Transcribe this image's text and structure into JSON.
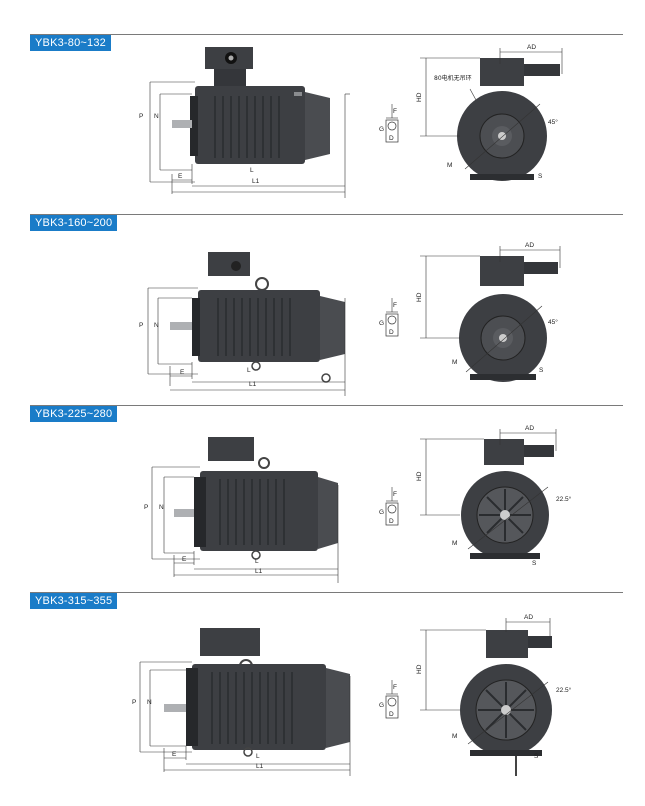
{
  "sections": [
    {
      "title": "YBK3-80~132"
    },
    {
      "title": "YBK3-160~200"
    },
    {
      "title": "YBK3-225~280"
    },
    {
      "title": "YBK3-315~355"
    }
  ],
  "dims": {
    "P": "P",
    "N": "N",
    "E": "E",
    "L": "L",
    "L1": "L1",
    "G": "G",
    "D": "D",
    "F": "F",
    "AD": "AD",
    "HD": "HD",
    "M": "M",
    "S": "S",
    "angle_45": "45°",
    "angle_22_5": "22.5°"
  },
  "note_80": "80电机无吊环",
  "colors": {
    "tag": "#1a7cc8",
    "motor": "#3d3f43",
    "motor_dark": "#26282b",
    "rule": "#7a7a7a"
  }
}
